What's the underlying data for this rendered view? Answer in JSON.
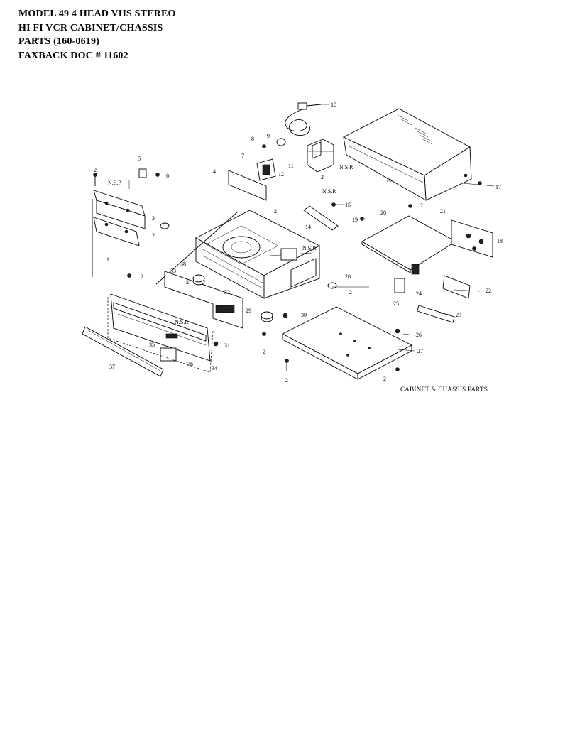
{
  "header": {
    "lines": [
      "MODEL 49 4 HEAD VHS STEREO",
      "HI FI VCR CABINET/CHASSIS",
      "PARTS  (160-0619)",
      "FAXBACK DOC # 11602"
    ]
  },
  "diagram": {
    "caption": "CABINET & CHASSIS PARTS",
    "nsp": "N.S.P.",
    "callouts": {
      "c1": "1",
      "c2": "2",
      "c3": "3",
      "c4": "4",
      "c5": "5",
      "c6": "6",
      "c7": "7",
      "c8": "8",
      "c9": "9",
      "c10": "10",
      "c11": "11",
      "c12": "12",
      "c14": "14",
      "c15": "15",
      "c16": "16",
      "c17": "17",
      "c18": "18",
      "c19": "19",
      "c20": "20",
      "c21": "21",
      "c22": "22",
      "c23": "23",
      "c24": "24",
      "c25": "25",
      "c26": "26",
      "c27": "27",
      "c28": "28",
      "c29": "29",
      "c30": "30",
      "c31": "31",
      "c32": "32",
      "c33": "33",
      "c34": "34",
      "c35": "35",
      "c36": "36",
      "c37": "37",
      "c38": "38"
    }
  }
}
